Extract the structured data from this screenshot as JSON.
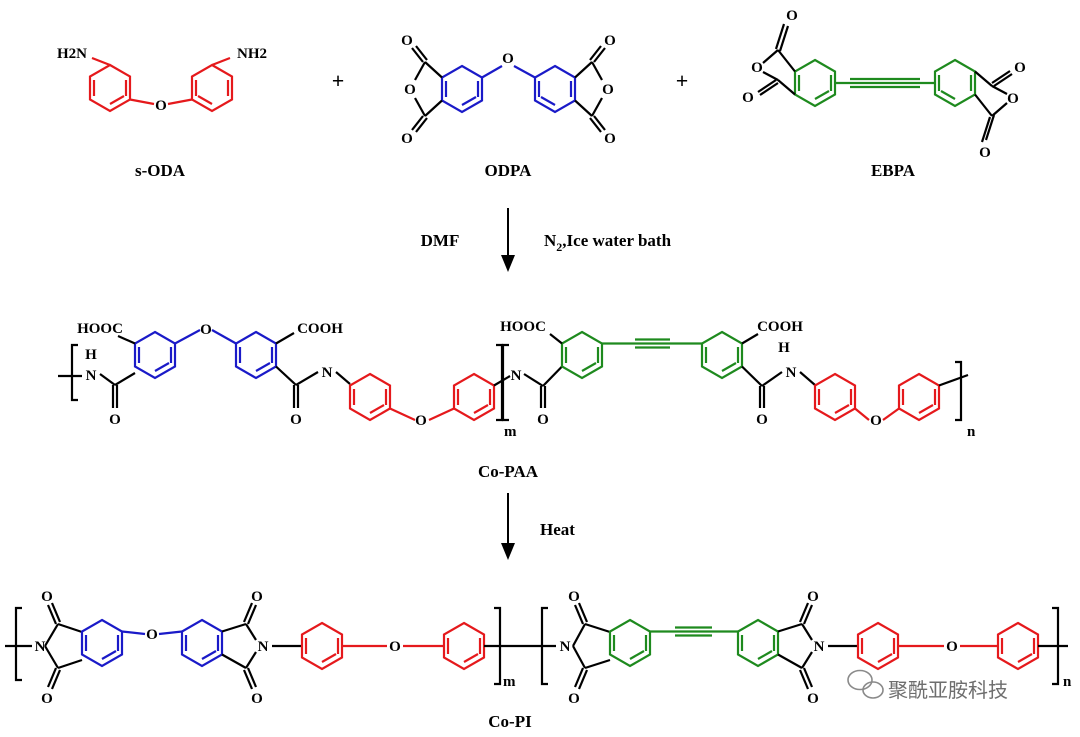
{
  "monomers": {
    "s_oda": {
      "name": "s-ODA",
      "amine_left": "H2N",
      "amine_right": "NH2"
    },
    "odpa": {
      "name": "ODPA"
    },
    "ebpa": {
      "name": "EBPA"
    },
    "plus": "+"
  },
  "step1": {
    "solvent": "DMF",
    "conditions_n": "N",
    "conditions_sub": "2",
    "conditions_rest": ",Ice water bath"
  },
  "co_paa": {
    "name": "Co-PAA",
    "acid": "COOH",
    "acid_left": "HOOC",
    "nh_h": "H",
    "nh_n": "N",
    "repeat_m": "m",
    "repeat_n": "n"
  },
  "step2": {
    "label": "Heat"
  },
  "co_pi": {
    "name": "Co-PI",
    "repeat_m": "m",
    "repeat_n": "n"
  },
  "atoms": {
    "oxygen": "O",
    "nitrogen": "N"
  },
  "watermark": "聚酰亚胺科技",
  "colors": {
    "diamine": "#e5191c",
    "odpa": "#1a1ac8",
    "ebpa": "#1e8a1e",
    "bonds": "#000000"
  }
}
